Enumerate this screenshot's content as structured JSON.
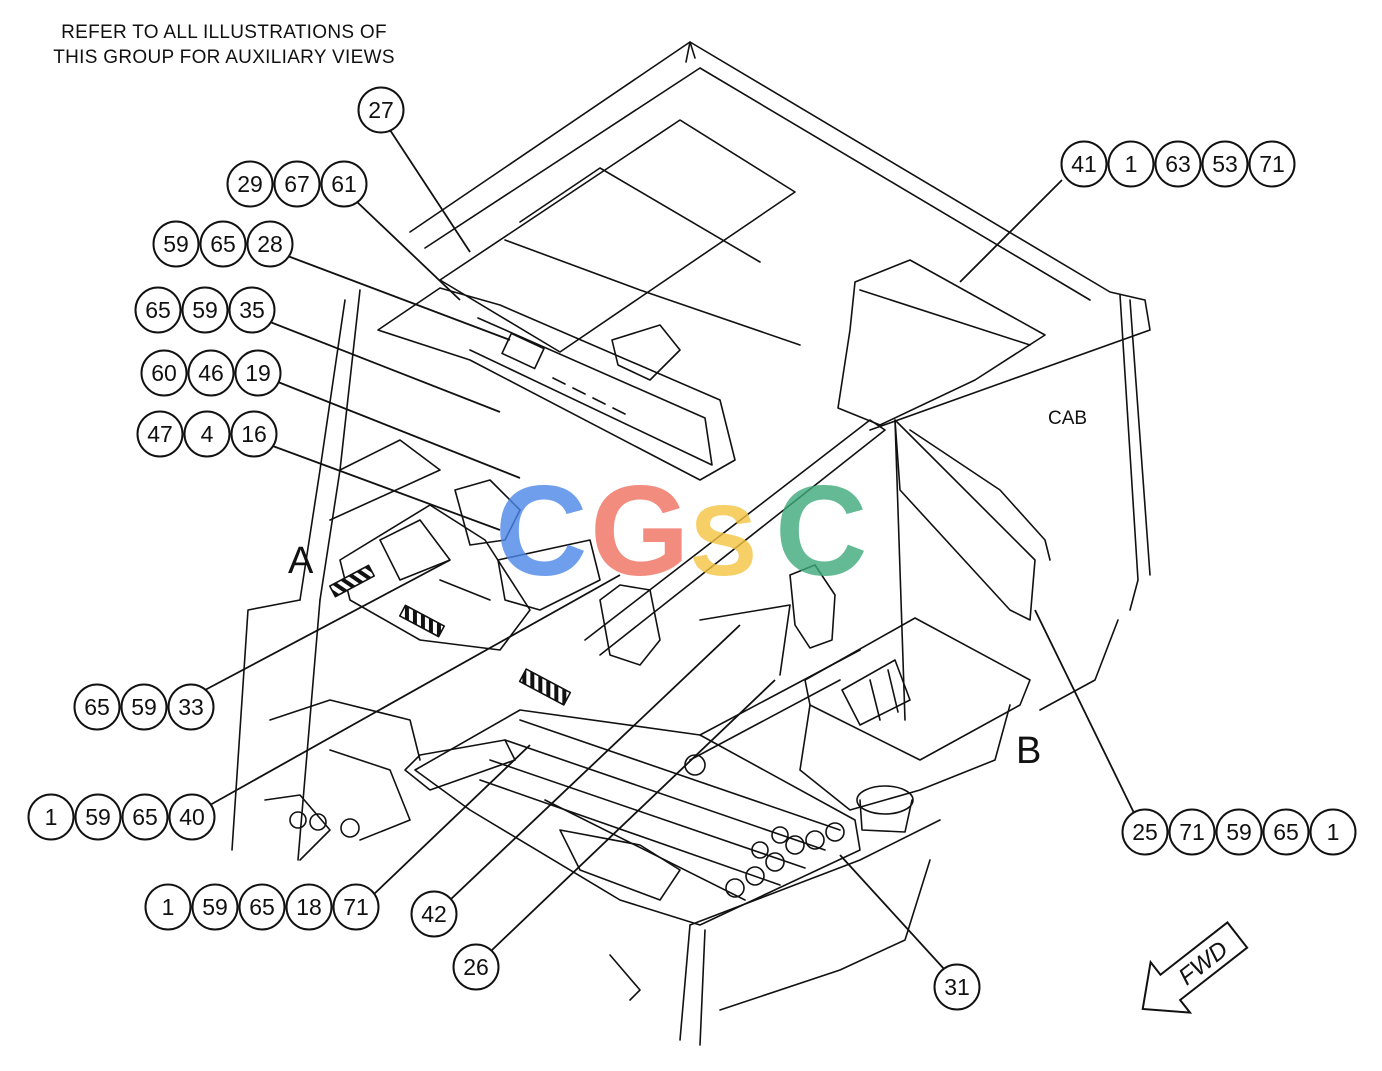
{
  "note": {
    "line1": "REFER TO ALL ILLUSTRATIONS OF",
    "line2": "THIS GROUP FOR AUXILIARY VIEWS"
  },
  "labels": {
    "cab": "CAB",
    "view_a": "A",
    "view_b": "B",
    "fwd": "FWD"
  },
  "callout_groups": [
    {
      "id": "g27",
      "numbers": [
        "27"
      ]
    },
    {
      "id": "g29",
      "numbers": [
        "29",
        "67",
        "61"
      ]
    },
    {
      "id": "g59a",
      "numbers": [
        "59",
        "65",
        "28"
      ]
    },
    {
      "id": "g65a",
      "numbers": [
        "65",
        "59",
        "35"
      ]
    },
    {
      "id": "g60",
      "numbers": [
        "60",
        "46",
        "19"
      ]
    },
    {
      "id": "g47",
      "numbers": [
        "47",
        "4",
        "16"
      ]
    },
    {
      "id": "g41",
      "numbers": [
        "41",
        "1",
        "63",
        "53",
        "71"
      ]
    },
    {
      "id": "g65b",
      "numbers": [
        "65",
        "59",
        "33"
      ]
    },
    {
      "id": "g1a",
      "numbers": [
        "1",
        "59",
        "65",
        "40"
      ]
    },
    {
      "id": "g1b",
      "numbers": [
        "1",
        "59",
        "65",
        "18",
        "71"
      ]
    },
    {
      "id": "g42",
      "numbers": [
        "42"
      ]
    },
    {
      "id": "g26",
      "numbers": [
        "26"
      ]
    },
    {
      "id": "g31",
      "numbers": [
        "31"
      ]
    },
    {
      "id": "g25",
      "numbers": [
        "25",
        "71",
        "59",
        "65",
        "1"
      ]
    }
  ],
  "watermark": {
    "text": "CGSC",
    "colors": [
      "#4a86e8",
      "#f07060",
      "#f4c542",
      "#3daa7a"
    ]
  },
  "colors": {
    "line": "#111111",
    "fill": "#ffffff"
  }
}
